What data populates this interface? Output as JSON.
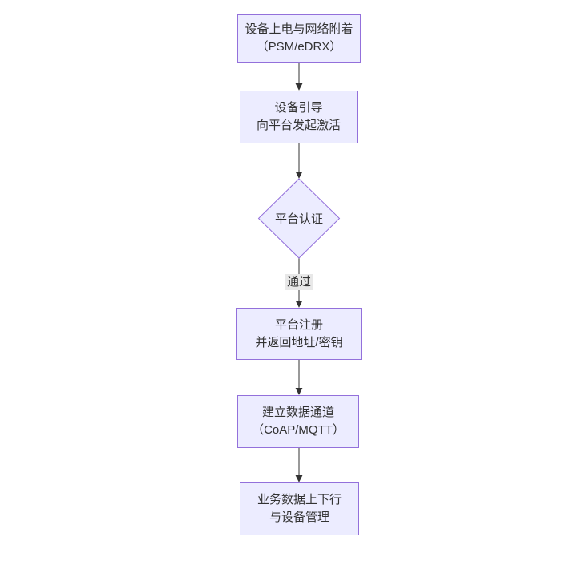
{
  "diagram": {
    "type": "flowchart",
    "direction": "top-down",
    "colors": {
      "background": "#ffffff",
      "node_fill": "#ECECFF",
      "node_border": "#9370DB",
      "text": "#333333",
      "arrow": "#333333",
      "edge_label_bg": "#e8e8e8"
    },
    "nodes": [
      {
        "id": "power-attach",
        "shape": "rect",
        "line1": "设备上电与网络附着",
        "line2": "（PSM/eDRX）"
      },
      {
        "id": "bootstrap",
        "shape": "rect",
        "line1": "设备引导",
        "line2": "向平台发起激活"
      },
      {
        "id": "platform-auth",
        "shape": "diamond",
        "label": "平台认证"
      },
      {
        "id": "platform-register",
        "shape": "rect",
        "line1": "平台注册",
        "line2": "并返回地址/密钥"
      },
      {
        "id": "data-channel",
        "shape": "rect",
        "line1": "建立数据通道",
        "line2": "（CoAP/MQTT）"
      },
      {
        "id": "business-data",
        "shape": "rect",
        "line1": "业务数据上下行",
        "line2": "与设备管理"
      }
    ],
    "edges": [
      {
        "from": "power-attach",
        "to": "bootstrap",
        "label": ""
      },
      {
        "from": "bootstrap",
        "to": "platform-auth",
        "label": ""
      },
      {
        "from": "platform-auth",
        "to": "platform-register",
        "label": "通过"
      },
      {
        "from": "platform-register",
        "to": "data-channel",
        "label": ""
      },
      {
        "from": "data-channel",
        "to": "business-data",
        "label": ""
      }
    ]
  }
}
